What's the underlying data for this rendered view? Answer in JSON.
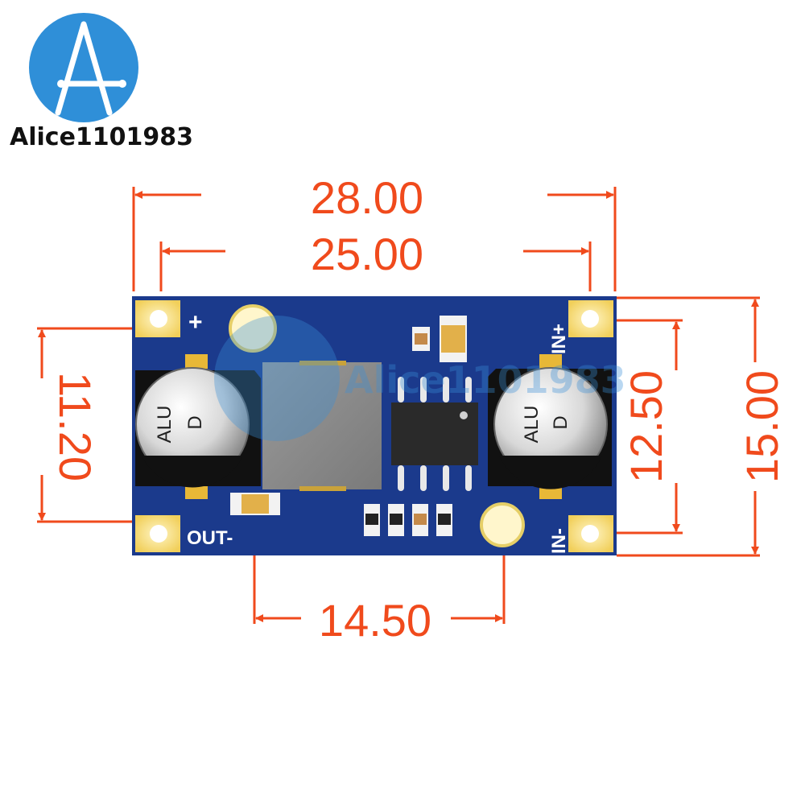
{
  "brand": {
    "logo_text": "Alice1101983",
    "watermark_text": "Alice1101983",
    "logo_color": "#2f8fd8"
  },
  "dimensions": {
    "overall_width": "28.00",
    "hole_spacing_x": "25.00",
    "left_height": "11.20",
    "hole_spacing_y": "12.50",
    "overall_height": "15.00",
    "bottom_spacing": "14.50",
    "color": "#f04a1c"
  },
  "board": {
    "color": "#1b3a8c",
    "labels": {
      "out_plus": "+",
      "out_minus": "OUT-",
      "in_plus": "IN+",
      "in_minus": "IN-"
    },
    "capacitor_left": {
      "line1": "ALU",
      "line2": "D"
    },
    "capacitor_right": {
      "line1": "ALU",
      "line2": "D"
    }
  }
}
